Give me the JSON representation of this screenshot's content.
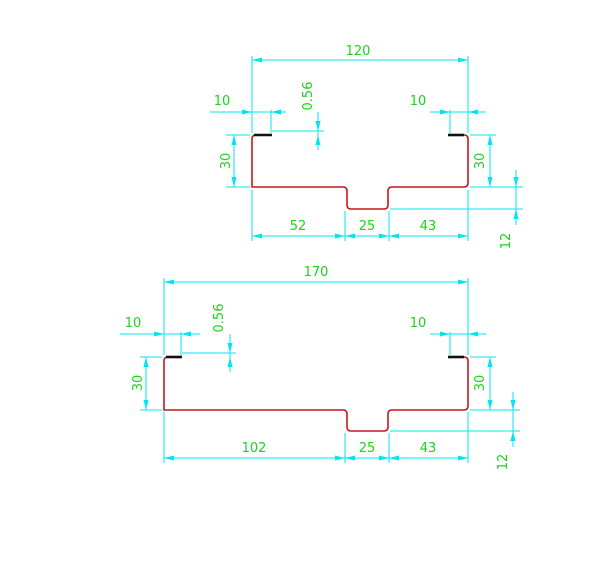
{
  "drawing": {
    "colors": {
      "dimension_lines": "#00e5f2",
      "dimension_text": "#19d419",
      "profile": "#c11818",
      "profile_lip": "#111111",
      "background": "#ffffff"
    },
    "profiles": [
      {
        "name": "upper-profile",
        "labels": {
          "overall_width": "120",
          "left_lip": "10",
          "thickness": "0.56",
          "right_lip": "10",
          "left_height": "30",
          "right_height": "30",
          "left_segment": "52",
          "groove_width": "25",
          "right_segment": "43",
          "groove_depth": "12"
        }
      },
      {
        "name": "lower-profile",
        "labels": {
          "overall_width": "170",
          "left_lip": "10",
          "thickness": "0.56",
          "right_lip": "10",
          "left_height": "30",
          "right_height": "30",
          "left_segment": "102",
          "groove_width": "25",
          "right_segment": "43",
          "groove_depth": "12"
        }
      }
    ]
  }
}
